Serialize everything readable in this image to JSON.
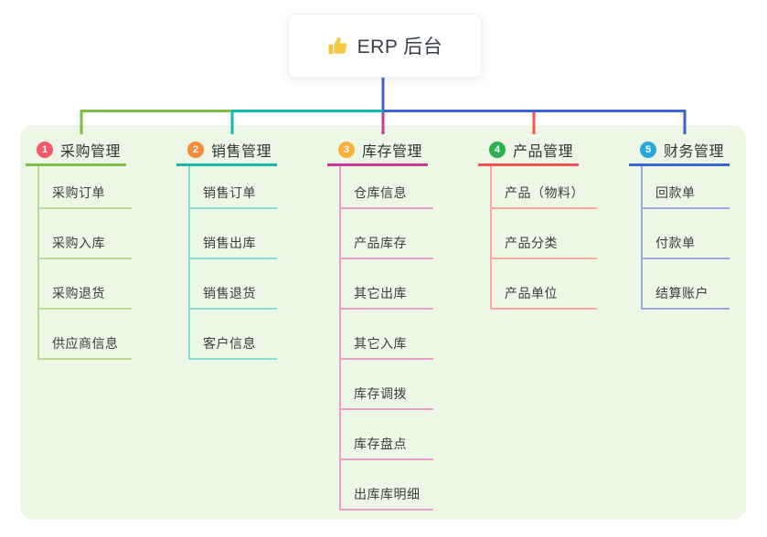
{
  "root": {
    "title": "ERP 后台",
    "icon": "thumbs-up-icon",
    "icon_color": "#f5c33b",
    "connector_color": "#4a5fd0"
  },
  "panel": {
    "bg_color": "#ecf7e6"
  },
  "mindmap": {
    "branches": [
      {
        "index": "1",
        "title": "采购管理",
        "badge_color": "#f4586c",
        "line_color": "#7cbf46",
        "child_line_color": "#b6db95",
        "children": [
          "采购订单",
          "采购入库",
          "采购退货",
          "供应商信息"
        ]
      },
      {
        "index": "2",
        "title": "销售管理",
        "badge_color": "#f8893d",
        "line_color": "#14b9ad",
        "child_line_color": "#8fdcd2",
        "children": [
          "销售订单",
          "销售出库",
          "销售退货",
          "客户信息"
        ]
      },
      {
        "index": "3",
        "title": "库存管理",
        "badge_color": "#fbb03a",
        "line_color": "#c93a97",
        "child_line_color": "#e99fc9",
        "children": [
          "仓库信息",
          "产品库存",
          "其它出库",
          "其它入库",
          "库存调拨",
          "库存盘点",
          "出库库明细"
        ]
      },
      {
        "index": "4",
        "title": "产品管理",
        "badge_color": "#2ab14d",
        "line_color": "#f8514f",
        "child_line_color": "#fba9a0",
        "children": [
          "产品（物料）",
          "产品分类",
          "产品单位"
        ]
      },
      {
        "index": "5",
        "title": "财务管理",
        "badge_color": "#2aa7dc",
        "line_color": "#3e63d4",
        "child_line_color": "#97a9e0",
        "children": [
          "回款单",
          "付款单",
          "结算账户"
        ]
      }
    ]
  }
}
